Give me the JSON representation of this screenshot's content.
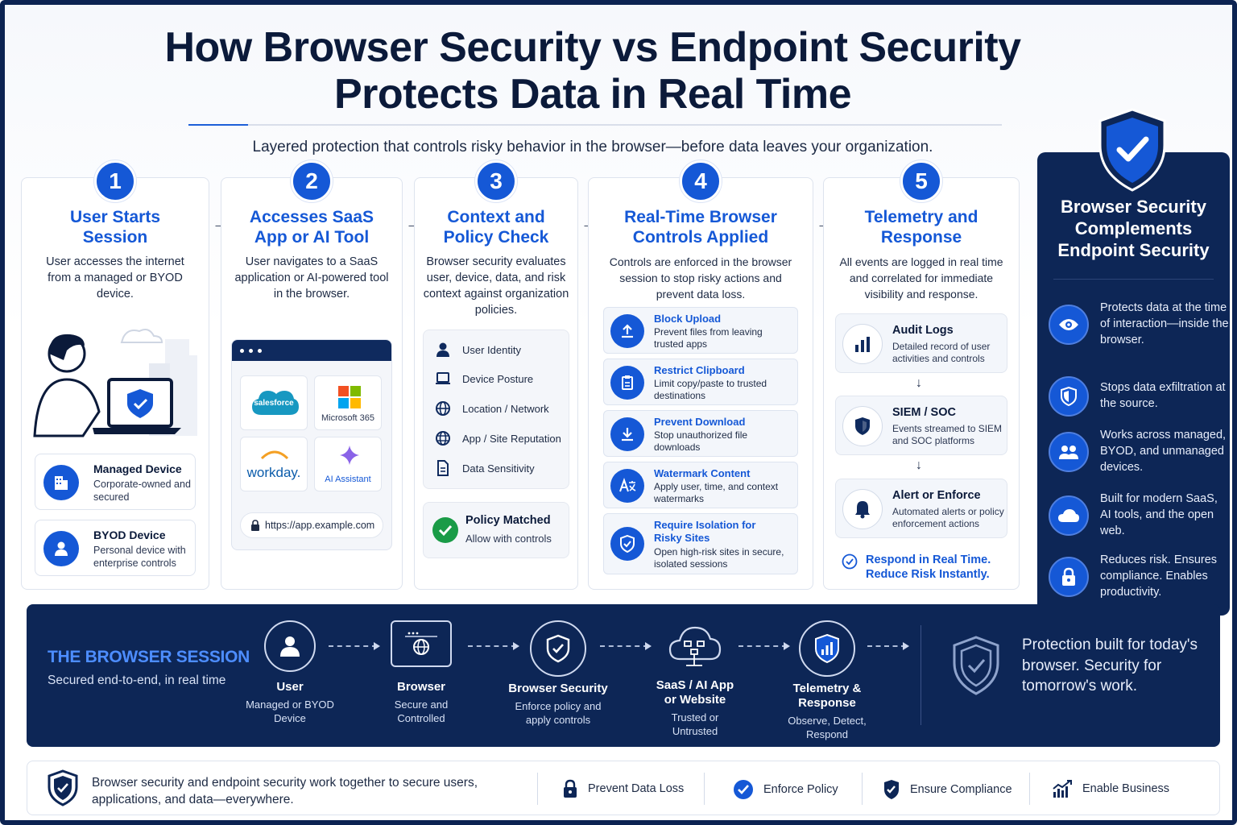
{
  "title": {
    "line1": "How Browser Security vs Endpoint Security",
    "line2": "Protects Data in Real Time"
  },
  "subtitle": "Layered protection that controls risky behavior in the browser—before data leaves your organization.",
  "steps": [
    {
      "number": "1",
      "title_l1": "User Starts",
      "title_l2": "Session",
      "description": "User accesses the internet from a managed or BYOD device.",
      "devices": [
        {
          "title": "Managed Device",
          "desc": "Corporate-owned and secured",
          "icon": "building-icon"
        },
        {
          "title": "BYOD Device",
          "desc": "Personal device with enterprise controls",
          "icon": "user-icon"
        }
      ]
    },
    {
      "number": "2",
      "title_l1": "Accesses SaaS",
      "title_l2": "App or AI Tool",
      "description": "User navigates to a SaaS application or AI-powered tool in the browser.",
      "apps": [
        {
          "label": "salesforce"
        },
        {
          "label": "Microsoft 365"
        },
        {
          "label": "workday."
        },
        {
          "label": "AI Assistant"
        }
      ],
      "url": "https://app.example.com"
    },
    {
      "number": "3",
      "title_l1": "Context and",
      "title_l2": "Policy Check",
      "description": "Browser security evaluates user, device, data, and risk context against organization policies.",
      "checks": [
        "User Identity",
        "Device Posture",
        "Location / Network",
        "App / Site Reputation",
        "Data Sensitivity"
      ],
      "policy_title": "Policy Matched",
      "policy_desc": "Allow with controls"
    },
    {
      "number": "4",
      "title_l1": "Real-Time Browser",
      "title_l2": "Controls Applied",
      "description": "Controls are enforced in the browser session to stop risky actions and prevent data loss.",
      "controls": [
        {
          "title": "Block Upload",
          "desc": "Prevent files from leaving trusted apps"
        },
        {
          "title": "Restrict Clipboard",
          "desc": "Limit copy/paste to trusted destinations"
        },
        {
          "title": "Prevent Download",
          "desc": "Stop unauthorized file downloads"
        },
        {
          "title": "Watermark Content",
          "desc": "Apply user, time, and context watermarks"
        },
        {
          "title": "Require Isolation for Risky Sites",
          "desc": "Open high-risk sites in secure, isolated sessions"
        }
      ]
    },
    {
      "number": "5",
      "title_l1": "Telemetry and",
      "title_l2": "Response",
      "description": "All events are logged in real time and correlated for immediate visibility and response.",
      "telemetry": [
        {
          "title": "Audit Logs",
          "desc": "Detailed record of user activities and controls"
        },
        {
          "title": "SIEM / SOC",
          "desc": "Events streamed to SIEM and SOC platforms"
        },
        {
          "title": "Alert or Enforce",
          "desc": "Automated alerts or policy enforcement actions"
        }
      ],
      "cta_l1": "Respond in Real Time.",
      "cta_l2": "Reduce Risk Instantly."
    }
  ],
  "panel": {
    "title_l1": "Browser Security",
    "title_l2": "Complements",
    "title_l3": "Endpoint Security",
    "items": [
      {
        "text": "Protects data at the time of interaction—inside the browser.",
        "icon": "eye-icon"
      },
      {
        "text": "Stops data exfiltration at the source.",
        "icon": "shield-icon"
      },
      {
        "text": "Works across managed, BYOD, and unmanaged devices.",
        "icon": "users-icon"
      },
      {
        "text": "Built for modern SaaS, AI tools, and the open web.",
        "icon": "cloud-icon"
      },
      {
        "text": "Reduces risk. Ensures compliance. Enables productivity.",
        "icon": "lock-icon"
      }
    ]
  },
  "band": {
    "title": "THE BROWSER SESSION",
    "subtitle": "Secured end-to-end, in real time",
    "flow": [
      {
        "title": "User",
        "desc": "Managed or BYOD Device"
      },
      {
        "title": "Browser",
        "desc": "Secure and Controlled"
      },
      {
        "title": "Browser Security",
        "desc": "Enforce policy and apply controls"
      },
      {
        "title": "SaaS / AI App or Website",
        "desc": "Trusted or Untrusted"
      },
      {
        "title": "Telemetry & Response",
        "desc": "Observe, Detect, Respond"
      }
    ],
    "tagline": "Protection built for today's browser. Security for tomorrow's work."
  },
  "footer": {
    "text": "Browser security and endpoint security work together to secure users, applications, and data—everywhere.",
    "items": [
      "Prevent Data Loss",
      "Enforce Policy",
      "Ensure Compliance",
      "Enable Business"
    ]
  },
  "colors": {
    "accent": "#1558d6",
    "navy": "#0d2656",
    "success": "#1a9b47"
  }
}
